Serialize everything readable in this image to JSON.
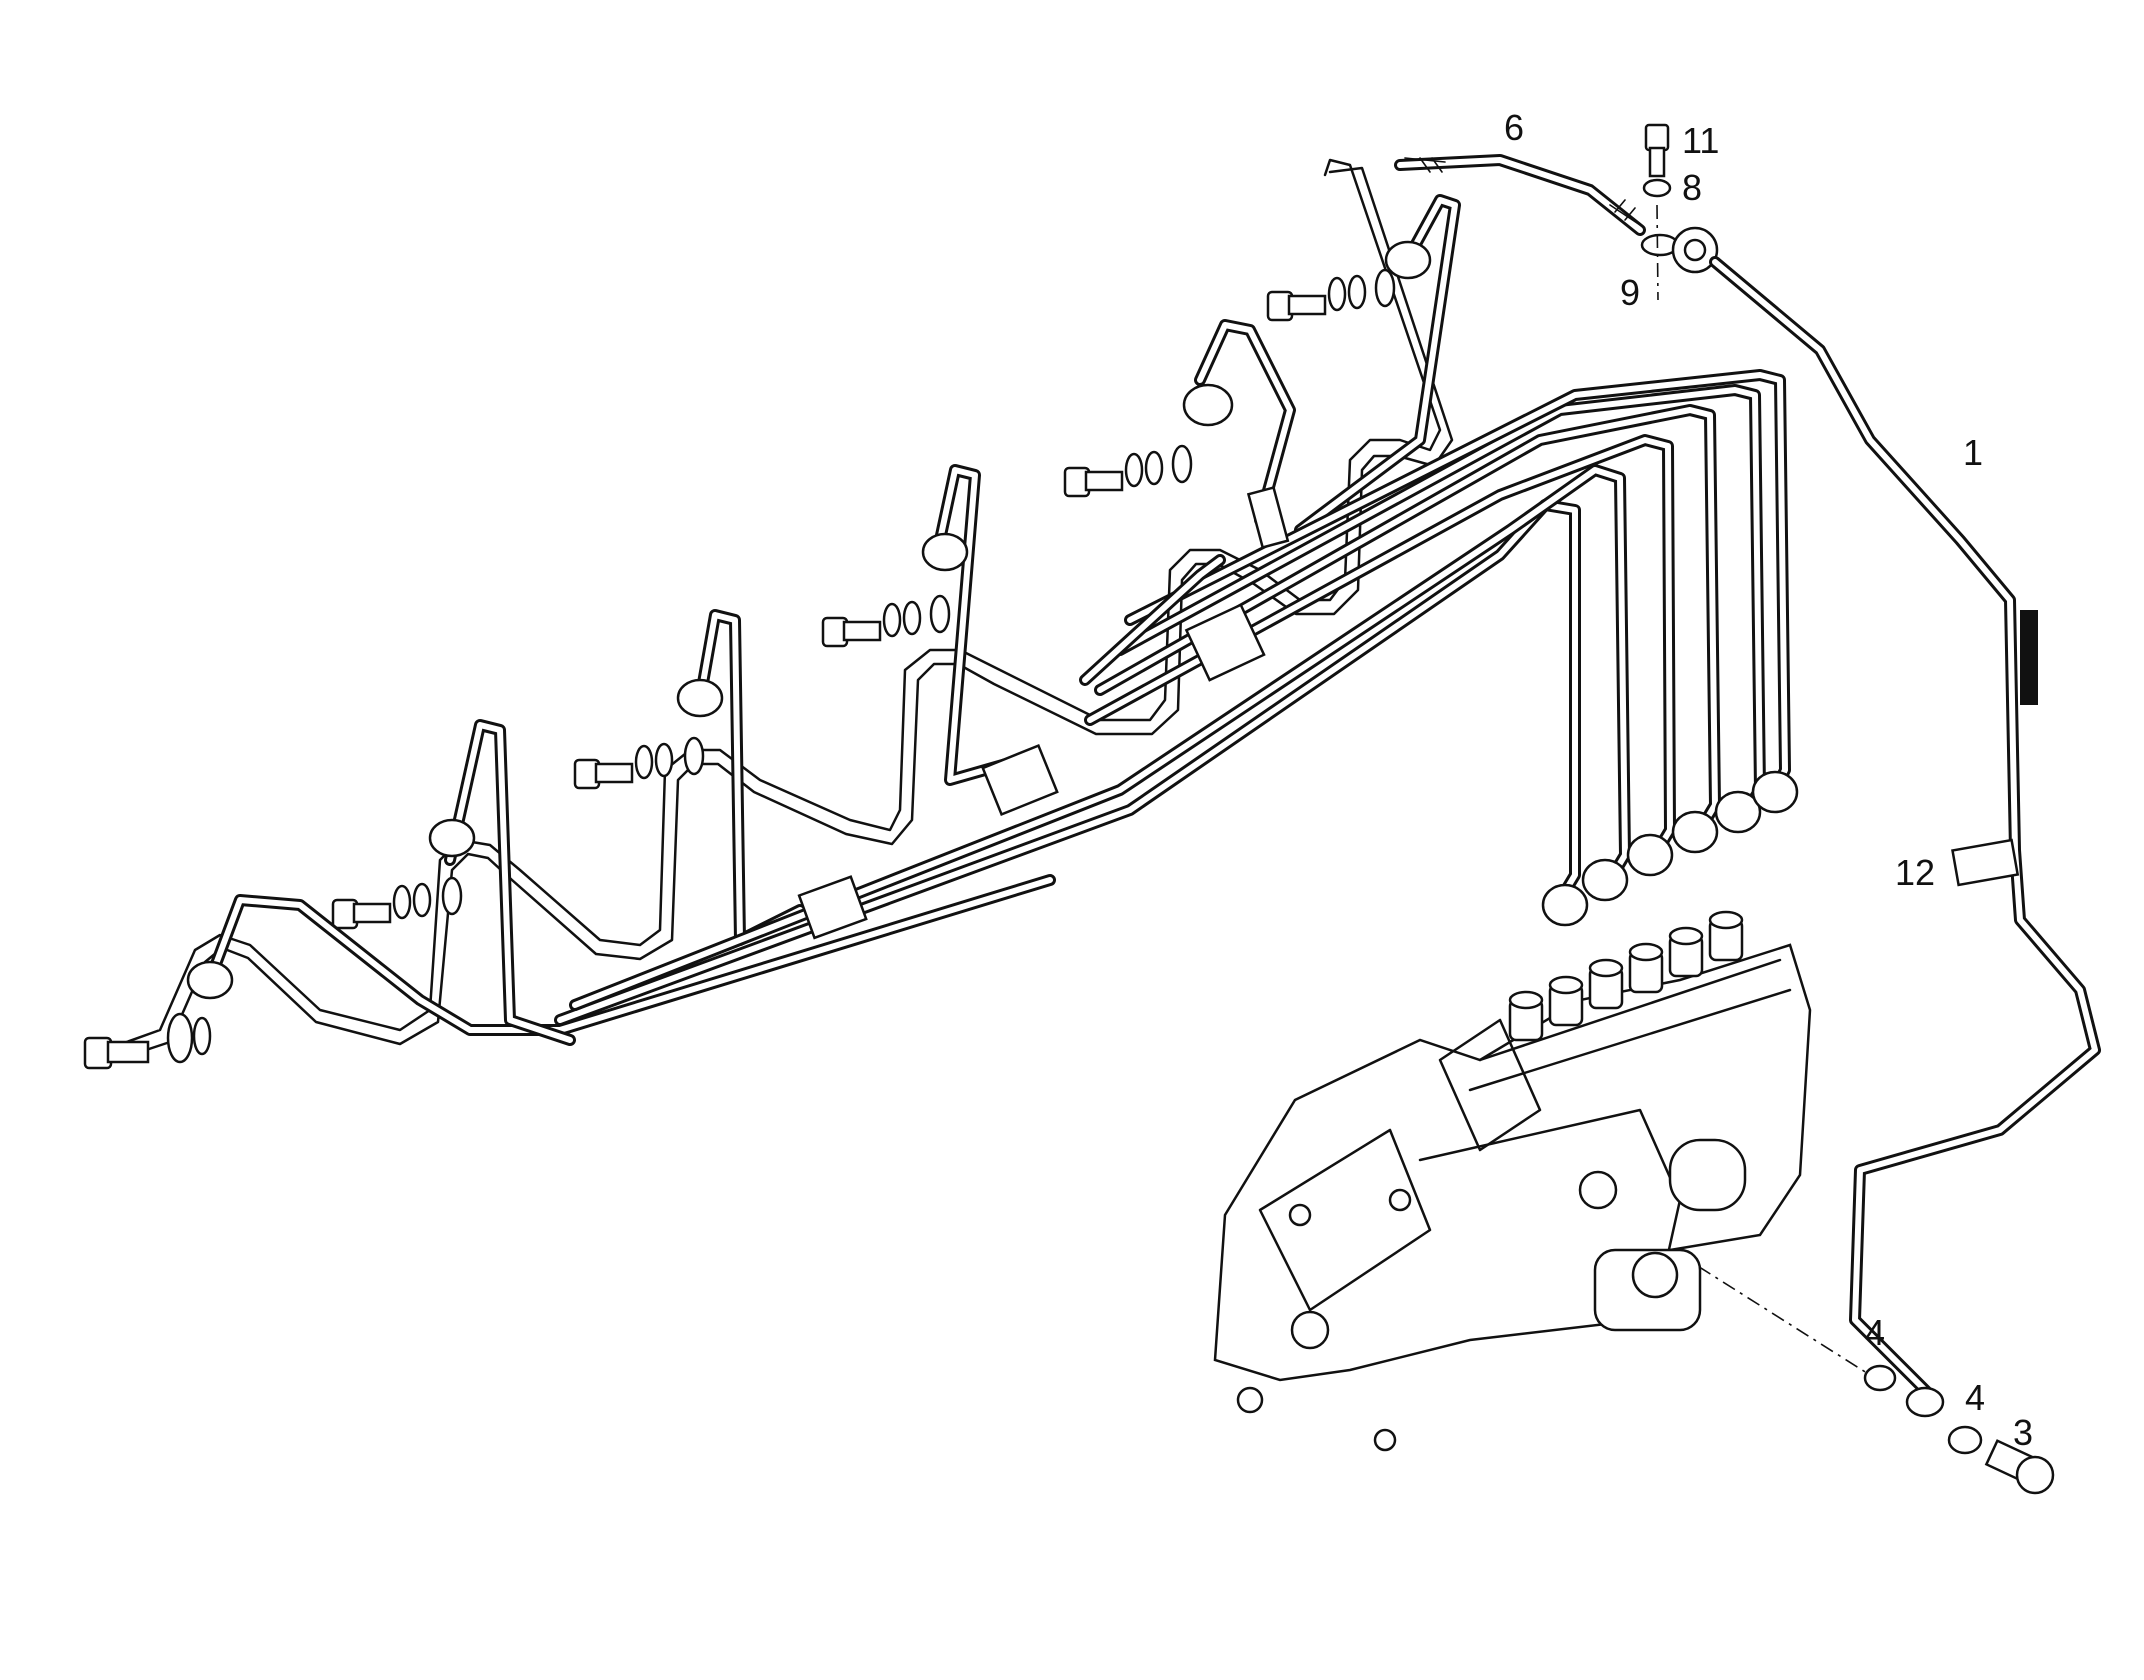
{
  "callouts": [
    {
      "id": "c6",
      "label": "6"
    },
    {
      "id": "c11",
      "label": "11"
    },
    {
      "id": "c8",
      "label": "8"
    },
    {
      "id": "c9",
      "label": "9"
    },
    {
      "id": "c1",
      "label": "1"
    },
    {
      "id": "c12",
      "label": "12"
    },
    {
      "id": "c4a",
      "label": "4"
    },
    {
      "id": "c4b",
      "label": "4"
    },
    {
      "id": "c3",
      "label": "3"
    }
  ]
}
